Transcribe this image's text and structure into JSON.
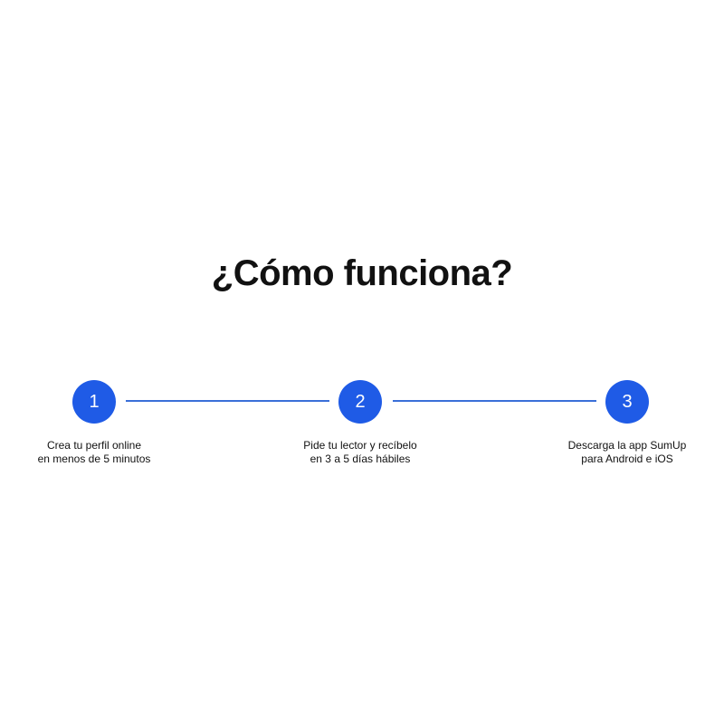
{
  "title": "¿Cómo funciona?",
  "colors": {
    "accent": "#1f5be6",
    "connector": "#3a6fd8",
    "text": "#111111",
    "background": "#ffffff"
  },
  "steps": [
    {
      "number": "1",
      "line1": "Crea tu perfil online",
      "line2": "en menos de 5 minutos"
    },
    {
      "number": "2",
      "line1": "Pide tu lector y recíbelo",
      "line2": "en 3 a 5 días hábiles"
    },
    {
      "number": "3",
      "line1": "Descarga la app SumUp",
      "line2": "para Android e iOS"
    }
  ]
}
